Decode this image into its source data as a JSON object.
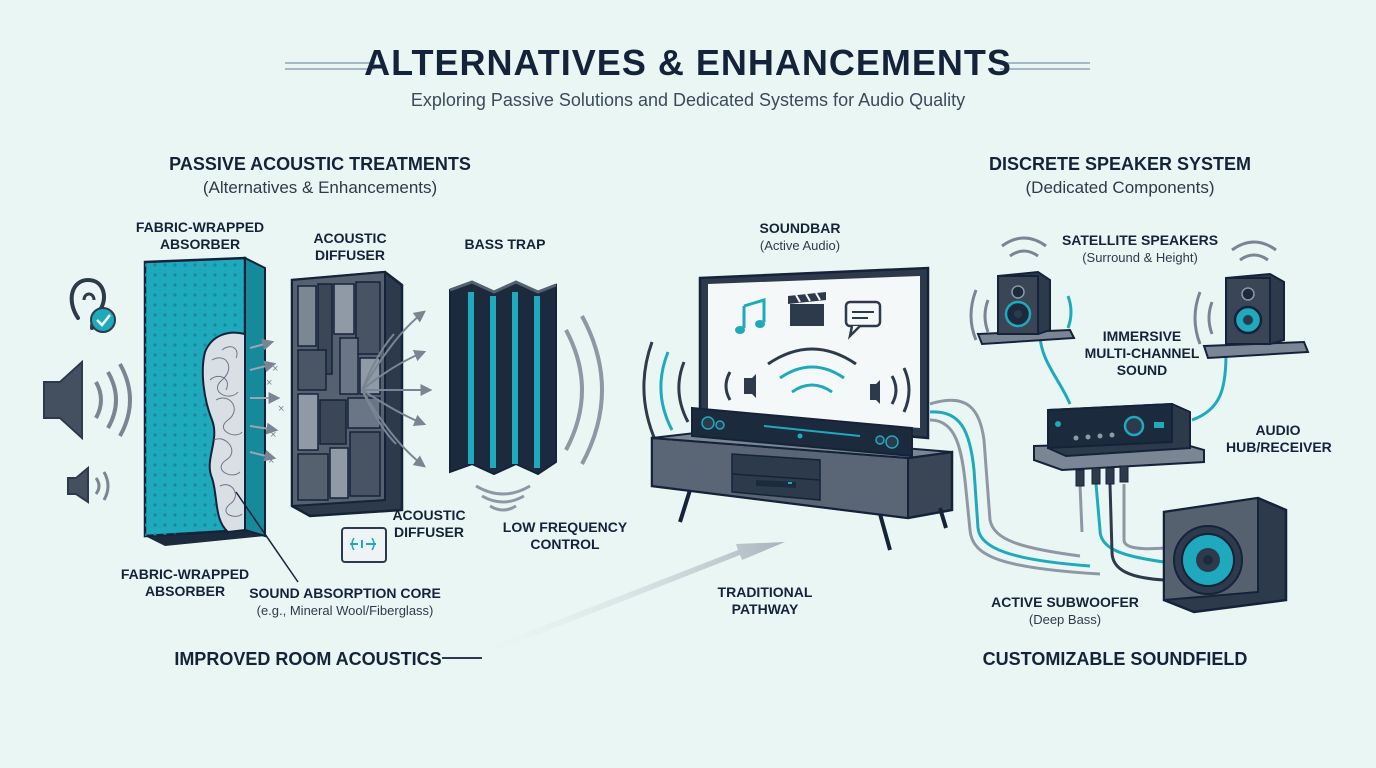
{
  "header": {
    "title": "ALTERNATIVES & ENHANCEMENTS",
    "subtitle": "Exploring Passive Solutions and Dedicated Systems for Audio Quality"
  },
  "passive": {
    "heading": "PASSIVE ACOUSTIC TREATMENTS",
    "subheading": "(Alternatives & Enhancements)",
    "absorber_top": "FABRIC-WRAPPED ABSORBER",
    "diffuser_top": "ACOUSTIC DIFFUSER",
    "bass_trap": "BASS TRAP",
    "absorber_bottom": "FABRIC-WRAPPED ABSORBER",
    "core_label": "SOUND ABSORPTION CORE",
    "core_sub": "(e.g., Mineral Wool/Fiberglass)",
    "diffuser_bottom": "ACOUSTIC DIFFUSER",
    "low_freq": "LOW FREQUENCY CONTROL",
    "outcome": "IMPROVED ROOM ACOUSTICS"
  },
  "center": {
    "soundbar": "SOUNDBAR",
    "soundbar_sub": "(Active Audio)",
    "pathway": "TRADITIONAL PATHWAY"
  },
  "discrete": {
    "heading": "DISCRETE SPEAKER SYSTEM",
    "subheading": "(Dedicated Components)",
    "satellites": "SATELLITE SPEAKERS",
    "satellites_sub": "(Surround & Height)",
    "immersive": "IMMERSIVE MULTI-CHANNEL SOUND",
    "receiver": "AUDIO HUB/RECEIVER",
    "subwoofer": "ACTIVE SUBWOOFER",
    "subwoofer_sub": "(Deep Bass)",
    "outcome": "CUSTOMIZABLE SOUNDFIELD"
  },
  "icons": [
    "ear-check-icon",
    "speaker-loud-icon",
    "speaker-quiet-icon",
    "music-note-icon",
    "clapperboard-icon",
    "speech-bubble-icon",
    "sound-meter-icon"
  ],
  "colors": {
    "accent": "#1fa9bd",
    "dark": "#2d3a4c",
    "background": "#eaf6f3",
    "text": "#15233a"
  }
}
